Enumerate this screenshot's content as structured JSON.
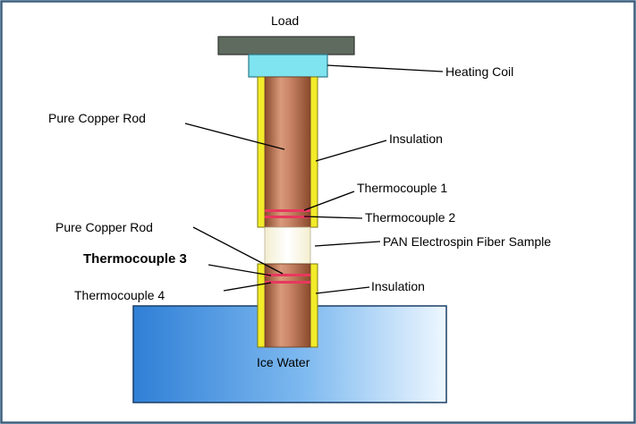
{
  "labels": {
    "load": "Load",
    "heating_coil": "Heating Coil",
    "pure_copper_rod_top": "Pure Copper Rod",
    "insulation_top": "Insulation",
    "thermocouple_1": "Thermocouple 1",
    "thermocouple_2": "Thermocouple 2",
    "pure_copper_rod_bottom": "Pure Copper Rod",
    "pan_sample": "PAN Electrospin Fiber Sample",
    "thermocouple_3": "Thermocouple 3",
    "insulation_bottom": "Insulation",
    "thermocouple_4": "Thermocouple 4",
    "ice_water": "Ice Water"
  },
  "colors": {
    "frame": "#3b5f7d",
    "load_block": "#5f6b5f",
    "heating_coil": "#7fe3f0",
    "insulation": "#f2ec2a",
    "copper_dark": "#9a5a3a",
    "copper_light": "#e8b49a",
    "thermocouple": "#e8385e",
    "sample": "#fffde8",
    "water_dark": "#2f7fd6",
    "water_light": "#e6f4ff"
  }
}
